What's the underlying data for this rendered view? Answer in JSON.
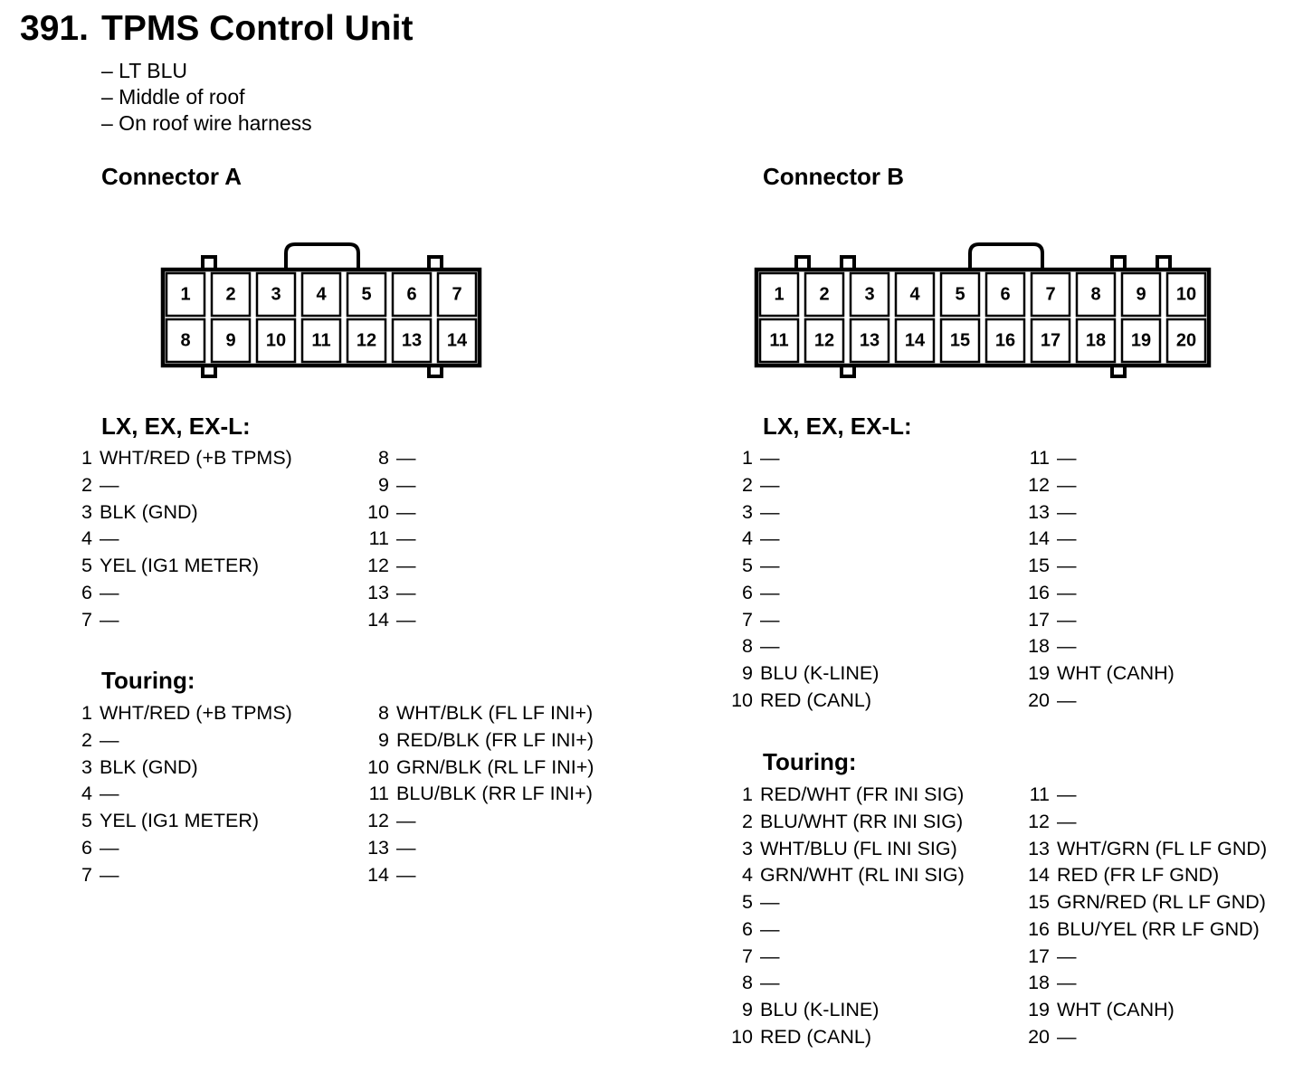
{
  "header": {
    "number": "391.",
    "title": "TPMS Control Unit",
    "details": [
      "– LT BLU",
      "– Middle of roof",
      "– On roof wire harness"
    ]
  },
  "connector_a": {
    "title": "Connector A",
    "cavities_top": [
      "1",
      "2",
      "3",
      "4",
      "5",
      "6",
      "7"
    ],
    "cavities_bottom": [
      "8",
      "9",
      "10",
      "11",
      "12",
      "13",
      "14"
    ],
    "lx": {
      "title": "LX, EX, EX-L:",
      "left": [
        {
          "pin": "1",
          "desc": "WHT/RED (+B TPMS)"
        },
        {
          "pin": "2",
          "desc": "—"
        },
        {
          "pin": "3",
          "desc": "BLK (GND)"
        },
        {
          "pin": "4",
          "desc": "—"
        },
        {
          "pin": "5",
          "desc": "YEL (IG1 METER)"
        },
        {
          "pin": "6",
          "desc": "—"
        },
        {
          "pin": "7",
          "desc": "—"
        }
      ],
      "right": [
        {
          "pin": "8",
          "desc": "—"
        },
        {
          "pin": "9",
          "desc": "—"
        },
        {
          "pin": "10",
          "desc": "—"
        },
        {
          "pin": "11",
          "desc": "—"
        },
        {
          "pin": "12",
          "desc": "—"
        },
        {
          "pin": "13",
          "desc": "—"
        },
        {
          "pin": "14",
          "desc": "—"
        }
      ]
    },
    "touring": {
      "title": "Touring:",
      "left": [
        {
          "pin": "1",
          "desc": "WHT/RED (+B TPMS)"
        },
        {
          "pin": "2",
          "desc": "—"
        },
        {
          "pin": "3",
          "desc": "BLK (GND)"
        },
        {
          "pin": "4",
          "desc": "—"
        },
        {
          "pin": "5",
          "desc": "YEL (IG1 METER)"
        },
        {
          "pin": "6",
          "desc": "—"
        },
        {
          "pin": "7",
          "desc": "—"
        }
      ],
      "right": [
        {
          "pin": "8",
          "desc": "WHT/BLK (FL LF INI+)"
        },
        {
          "pin": "9",
          "desc": "RED/BLK (FR LF INI+)"
        },
        {
          "pin": "10",
          "desc": "GRN/BLK (RL LF INI+)"
        },
        {
          "pin": "11",
          "desc": "BLU/BLK (RR LF INI+)"
        },
        {
          "pin": "12",
          "desc": "—"
        },
        {
          "pin": "13",
          "desc": "—"
        },
        {
          "pin": "14",
          "desc": "—"
        }
      ]
    }
  },
  "connector_b": {
    "title": "Connector B",
    "cavities_top": [
      "1",
      "2",
      "3",
      "4",
      "5",
      "6",
      "7",
      "8",
      "9",
      "10"
    ],
    "cavities_bottom": [
      "11",
      "12",
      "13",
      "14",
      "15",
      "16",
      "17",
      "18",
      "19",
      "20"
    ],
    "lx": {
      "title": "LX, EX, EX-L:",
      "left": [
        {
          "pin": "1",
          "desc": "—"
        },
        {
          "pin": "2",
          "desc": "—"
        },
        {
          "pin": "3",
          "desc": "—"
        },
        {
          "pin": "4",
          "desc": "—"
        },
        {
          "pin": "5",
          "desc": "—"
        },
        {
          "pin": "6",
          "desc": "—"
        },
        {
          "pin": "7",
          "desc": "—"
        },
        {
          "pin": "8",
          "desc": "—"
        },
        {
          "pin": "9",
          "desc": "BLU (K-LINE)"
        },
        {
          "pin": "10",
          "desc": "RED (CANL)"
        }
      ],
      "right": [
        {
          "pin": "11",
          "desc": "—"
        },
        {
          "pin": "12",
          "desc": "—"
        },
        {
          "pin": "13",
          "desc": "—"
        },
        {
          "pin": "14",
          "desc": "—"
        },
        {
          "pin": "15",
          "desc": "—"
        },
        {
          "pin": "16",
          "desc": "—"
        },
        {
          "pin": "17",
          "desc": "—"
        },
        {
          "pin": "18",
          "desc": "—"
        },
        {
          "pin": "19",
          "desc": "WHT (CANH)"
        },
        {
          "pin": "20",
          "desc": "—"
        }
      ]
    },
    "touring": {
      "title": "Touring:",
      "left": [
        {
          "pin": "1",
          "desc": "RED/WHT (FR INI SIG)"
        },
        {
          "pin": "2",
          "desc": "BLU/WHT (RR INI SIG)"
        },
        {
          "pin": "3",
          "desc": "WHT/BLU (FL INI SIG)"
        },
        {
          "pin": "4",
          "desc": "GRN/WHT (RL INI SIG)"
        },
        {
          "pin": "5",
          "desc": "—"
        },
        {
          "pin": "6",
          "desc": "—"
        },
        {
          "pin": "7",
          "desc": "—"
        },
        {
          "pin": "8",
          "desc": "—"
        },
        {
          "pin": "9",
          "desc": "BLU (K-LINE)"
        },
        {
          "pin": "10",
          "desc": "RED (CANL)"
        }
      ],
      "right": [
        {
          "pin": "11",
          "desc": "—"
        },
        {
          "pin": "12",
          "desc": "—"
        },
        {
          "pin": "13",
          "desc": "WHT/GRN (FL LF GND)"
        },
        {
          "pin": "14",
          "desc": "RED (FR LF GND)"
        },
        {
          "pin": "15",
          "desc": "GRN/RED (RL LF GND)"
        },
        {
          "pin": "16",
          "desc": "BLU/YEL (RR LF GND)"
        },
        {
          "pin": "17",
          "desc": "—"
        },
        {
          "pin": "18",
          "desc": "—"
        },
        {
          "pin": "19",
          "desc": "WHT (CANH)"
        },
        {
          "pin": "20",
          "desc": "—"
        }
      ]
    }
  }
}
